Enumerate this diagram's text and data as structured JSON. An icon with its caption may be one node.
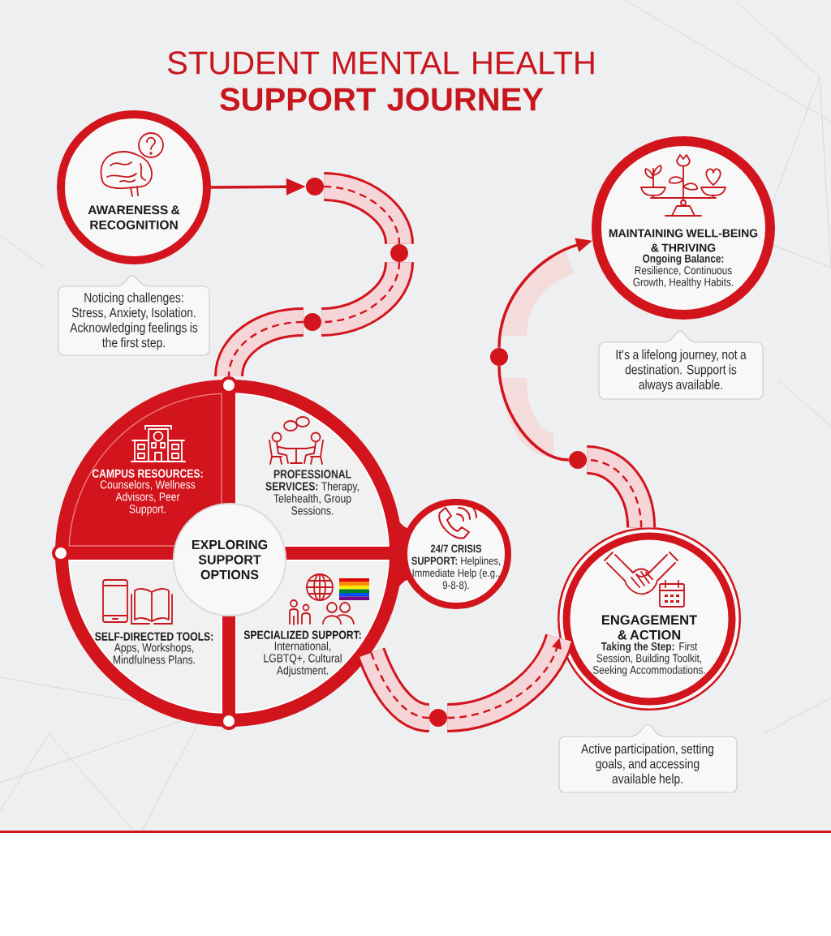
{
  "diagram": {
    "title": "STUDENT MENTAL HEALTH **SUPPORT JOURNEY**",
    "nodes": [
      {
        "text": [
          "AWARENESS & RECOGNITION"
        ]
      },
      {
        "text": [
          "Noticing challenges: Stress, Anxiety, Isolation. Acknowledging feelings is the first step."
        ]
      },
      {
        "text": [],
        "shape": "circle"
      },
      {
        "text": [],
        "shape": "circle"
      },
      {
        "text": [],
        "shape": "circle"
      },
      {
        "text": [],
        "shape": "circle"
      },
      {
        "text": [
          "EXPLORING SUPPORT OPTIONS"
        ],
        "in": 5
      },
      {
        "text": [
          "CAMPUS RESOURCES:",
          "Counselors, Wellness Advisors, Peer Support."
        ],
        "in": 5
      },
      {
        "text": [
          "**PROFESSIONAL SERVICES:** Therapy, Telehealth, Group Sessions."
        ],
        "in": 5
      },
      {
        "text": [
          "SELF-DIRECTED TOOLS:",
          "Apps, Workshops, Mindfulness Plans."
        ],
        "in": 5
      },
      {
        "text": [
          "SPECIALIZED SUPPORT:",
          "International, LGBTQ+, Cultural Adjustment."
        ],
        "in": 5
      },
      {
        "text": [
          "**24/7 CRISIS SUPPORT:** Helplines, Immediate Help (e.g., 9-8-8)."
        ]
      },
      {
        "text": [],
        "shape": "circle"
      },
      {
        "text": [
          "ENGAGEMENT & ACTION",
          "**Taking the Step:** First Session, Building Toolkit, Seeking Accommodations."
        ]
      },
      {
        "text": [
          "Active participation, setting goals, and accessing available help."
        ]
      },
      {
        "text": [],
        "shape": "circle"
      },
      {
        "text": [],
        "shape": "circle"
      },
      {
        "text": [
          "MAINTAINING WELL-BEING & THRIVING",
          "**Ongoing Balance:** Resilience, Continuous Growth, Healthy Habits."
        ]
      },
      {
        "text": [
          "It's a lifelong journey, not a destination. Support is always available."
        ]
      },
      {
        "text": [],
        "shape": "circle"
      },
      {
        "text": [],
        "shape": "circle"
      },
      {
        "text": [],
        "shape": "circle"
      }
    ],
    "edges": [
      {
        "from": 0,
        "to": 2,
        "arrow": "to"
      },
      {
        "from": 2,
        "to": 3,
        "arrow": "none"
      },
      {
        "from": 3,
        "to": 4,
        "arrow": "none"
      },
      {
        "from": 4,
        "to": 19,
        "arrow": "none"
      },
      {
        "from": 5,
        "to": 12,
        "arrow": "none"
      },
      {
        "from": 12,
        "to": 13,
        "arrow": "to"
      },
      {
        "from": 13,
        "to": 15,
        "arrow": "none"
      },
      {
        "from": 15,
        "to": 16,
        "arrow": "none"
      },
      {
        "from": 16,
        "to": 17,
        "arrow": "to"
      }
    ]
  }
}
